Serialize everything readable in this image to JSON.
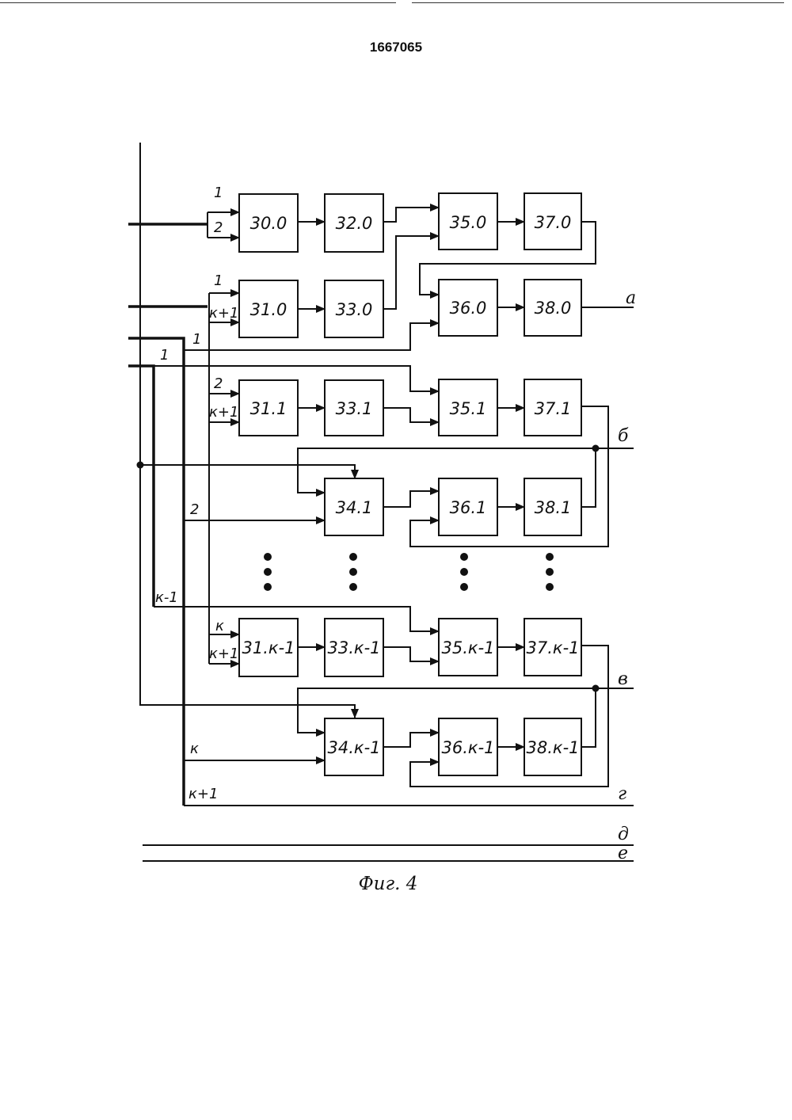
{
  "patent_number": "1667065",
  "caption": "Фиг. 4",
  "blocks": [
    "30.0",
    "32.0",
    "35.0",
    "37.0",
    "31.0",
    "33.0",
    "36.0",
    "38.0",
    "31.1",
    "33.1",
    "35.1",
    "37.1",
    "34.1",
    "36.1",
    "38.1",
    "31.к-1",
    "33.к-1",
    "35.к-1",
    "37.к-1",
    "34.к-1",
    "36.к-1",
    "38.к-1"
  ],
  "port_labels": [
    "1",
    "2",
    "1",
    "к+1",
    "1",
    "1",
    "2",
    "к+1",
    "2",
    "к-1",
    "к",
    "к+1",
    "к",
    "к+1"
  ],
  "output_labels": [
    "а",
    "б",
    "в",
    "г",
    "д",
    "е"
  ]
}
